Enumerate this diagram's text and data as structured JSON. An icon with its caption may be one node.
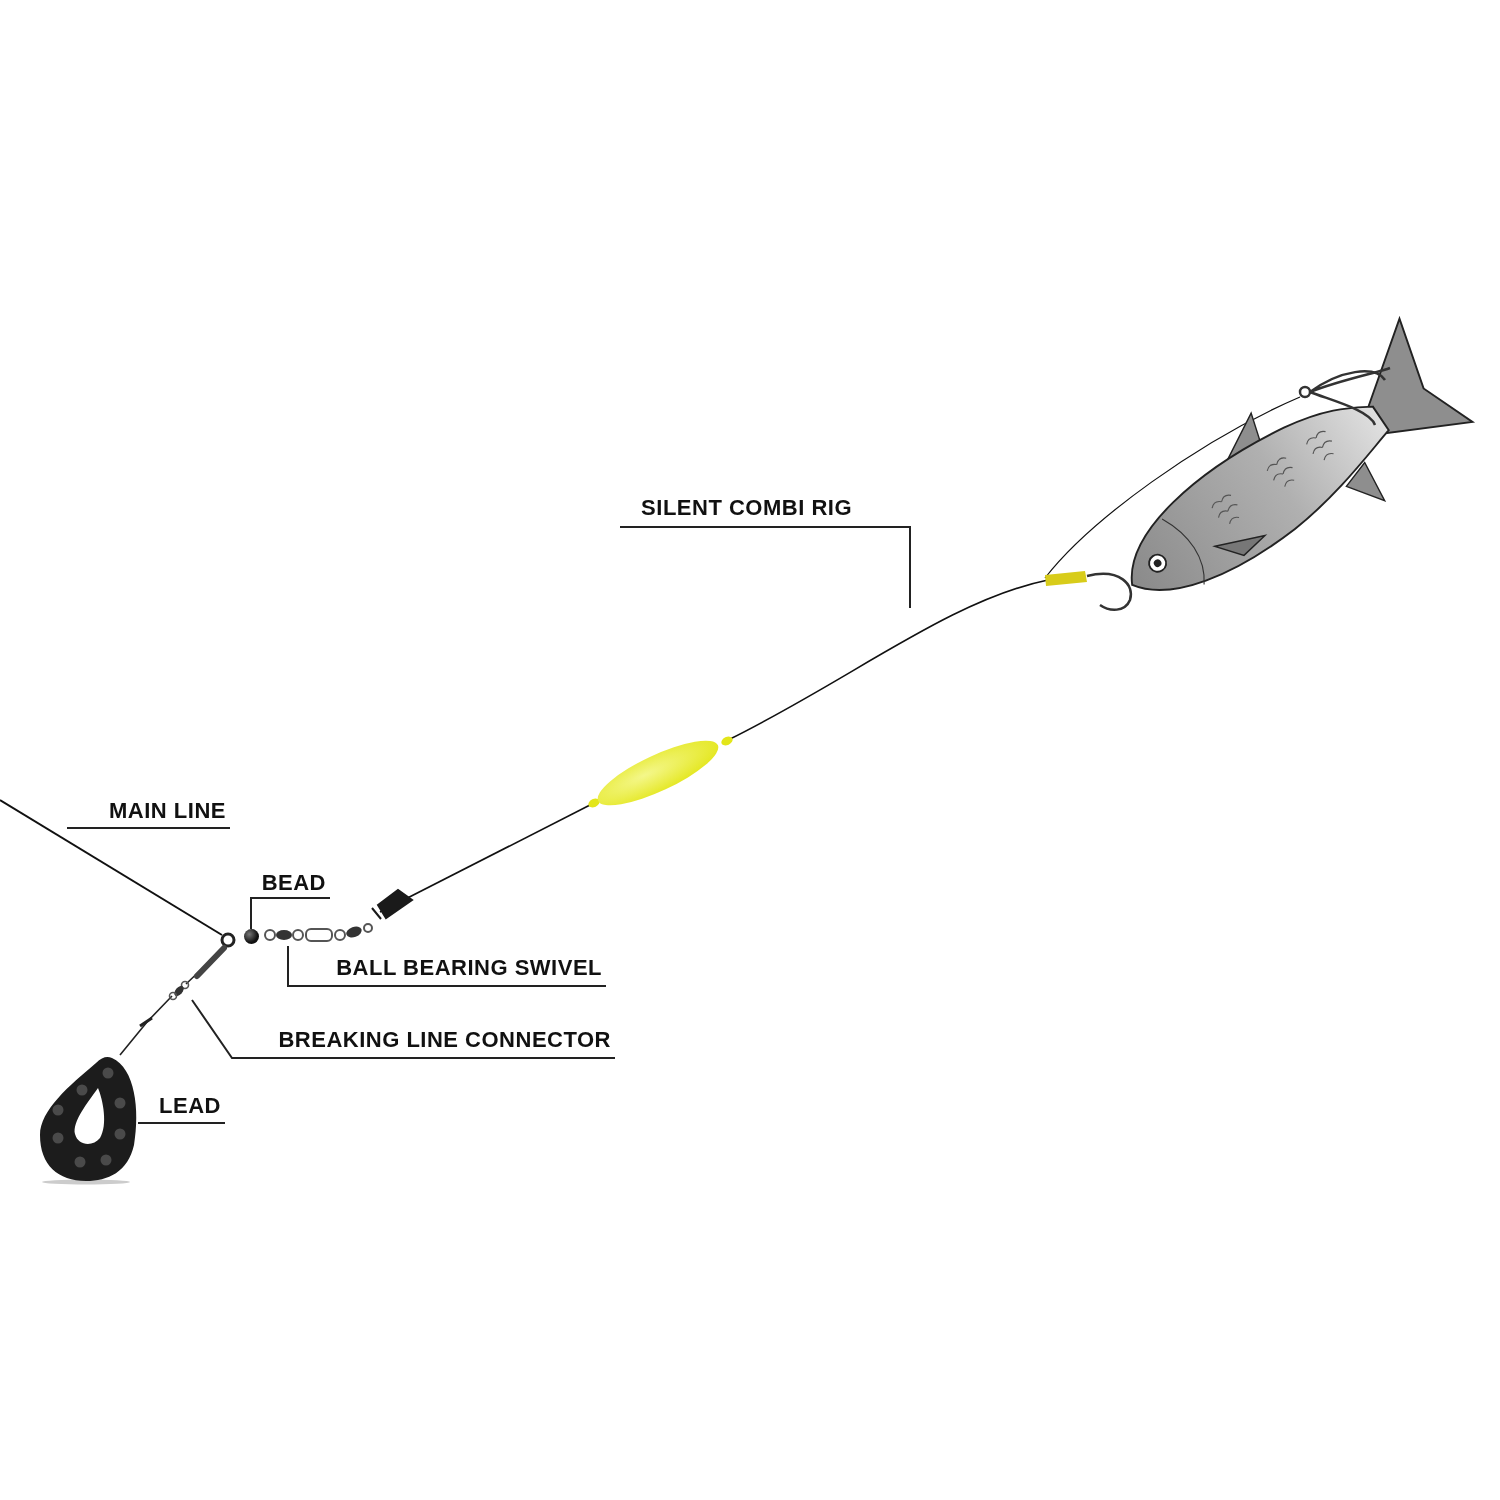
{
  "diagram": {
    "nodes": [
      {
        "text": [
          "SILENT COMBI RIG"
        ]
      },
      {
        "text": [
          "BEAD"
        ]
      },
      {
        "text": [],
        "shape": "circle"
      },
      {
        "text": [
          "BALL BEARING SWIVEL"
        ]
      },
      {
        "text": [],
        "shape": "picture"
      },
      {
        "text": [
          "BREAKING LINE CONNECTOR"
        ]
      },
      {
        "text": [],
        "shape": "picture"
      }
    ],
    "edges": [
      {
        "from": 0,
        "to": null,
        "arrow": "none"
      },
      {
        "from": 1,
        "to": 2,
        "arrow": "none"
      },
      {
        "from": 3,
        "to": 4,
        "arrow": "none"
      },
      {
        "from": 5,
        "to": 6,
        "arrow": "none"
      }
    ],
    "labels": [
      "MAIN LINE",
      "LEAD"
    ]
  }
}
